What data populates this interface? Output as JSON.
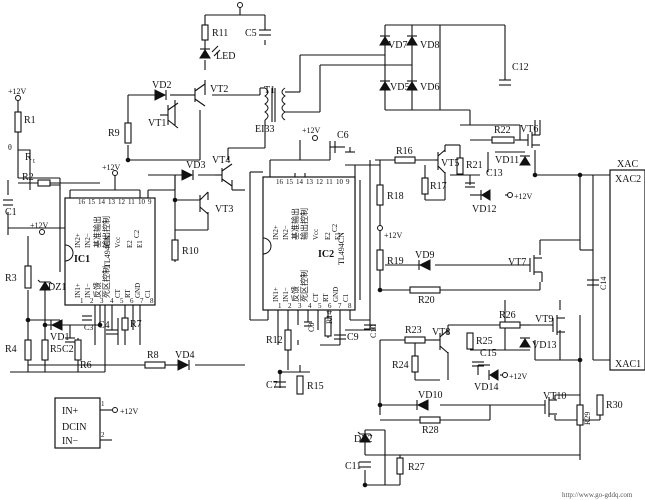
{
  "supply": {
    "v12": "+12V"
  },
  "ic1": {
    "name": "IC1",
    "part": "TL494CN",
    "ref_text": "基准输出",
    "out_text": "输出控制",
    "fb_text": "反馈",
    "dt_text": "死区控制",
    "pins_top": [
      "IN2+",
      "IN2−",
      "Vcc",
      "E2",
      "E1"
    ],
    "pins_bottom": [
      "IN1+",
      "IN1−",
      "CT",
      "RT",
      "GND",
      "C1"
    ],
    "pinnum_top": [
      "16",
      "15",
      "14",
      "13",
      "12",
      "11",
      "10",
      "9"
    ],
    "pinnum_bottom": [
      "1",
      "2",
      "3",
      "4",
      "5",
      "6",
      "7",
      "8"
    ],
    "c2": "C2"
  },
  "ic2": {
    "name": "IC2",
    "part": "TL494CN",
    "ref_text": "基准输出",
    "out_text": "输出控制",
    "fb_text": "反馈",
    "dt_text": "死区控制",
    "pins_top": [
      "IN2+",
      "IN2−",
      "Vcc",
      "E2",
      "E1"
    ],
    "pins_bottom": [
      "IN1+",
      "IN1−",
      "CT",
      "RT",
      "GND",
      "C1"
    ],
    "pinnum_top": [
      "16",
      "15",
      "14",
      "13",
      "12",
      "11",
      "10",
      "9"
    ],
    "pinnum_bottom": [
      "1",
      "2",
      "3",
      "4",
      "5",
      "6",
      "7",
      "8"
    ],
    "c2": "C2"
  },
  "thermistor": {
    "theta": "θ",
    "label": "R",
    "sub": "t"
  },
  "transformer": {
    "name": "T1",
    "part": "EI33"
  },
  "labels": {
    "R1": "R1",
    "R2": "R2",
    "R3": "R3",
    "R4": "R4",
    "R5": "R5",
    "R6": "R6",
    "R7": "R7",
    "R8": "R8",
    "R9": "R9",
    "R10": "R10",
    "R11": "R11",
    "R12": "R12",
    "R14": "R14",
    "R15": "R15",
    "R16": "R16",
    "R17": "R17",
    "R18": "R18",
    "R19": "R19",
    "R20": "R20",
    "R21": "R21",
    "R22": "R22",
    "R23": "R23",
    "R24": "R24",
    "R25": "R25",
    "R26": "R26",
    "R27": "R27",
    "R28": "R28",
    "R29": "R29",
    "R30": "R30",
    "C1": "C1",
    "C2": "C2",
    "C3": "C3",
    "C4": "C4",
    "C5": "C5",
    "C6": "C6",
    "C7": "C7",
    "C8": "C8",
    "C9": "C9",
    "C10": "C10",
    "C11": "C11",
    "C12": "C12",
    "C13": "C13",
    "C14": "C14",
    "C15": "C15",
    "VD1": "VD1",
    "VD2": "VD2",
    "VD3": "VD3",
    "VD4": "VD4",
    "VD5": "VD5",
    "VD6": "VD6",
    "VD7": "VD7",
    "VD8": "VD8",
    "VD9": "VD9",
    "VD10": "VD10",
    "VD11": "VD11",
    "VD12": "VD12",
    "VD13": "VD13",
    "VD14": "VD14",
    "DZ1": "DZ1",
    "DZ2": "DZ2",
    "LED": "LED",
    "VT1": "VT1",
    "VT2": "VT2",
    "VT3": "VT3",
    "VT4": "VT4",
    "VT5": "VT5",
    "VT6": "VT6",
    "VT7": "VT7",
    "VT8": "VT8",
    "VT9": "VT9",
    "VT10": "VT10"
  },
  "output": {
    "block": "XAC",
    "xac1": "XAC1",
    "xac2": "XAC2"
  },
  "dcin": {
    "in_plus": "IN+",
    "label": "DCIN",
    "in_minus": "IN−",
    "pin1": "1",
    "pin2": "2"
  },
  "watermark": "http://www.go-gddq.com"
}
